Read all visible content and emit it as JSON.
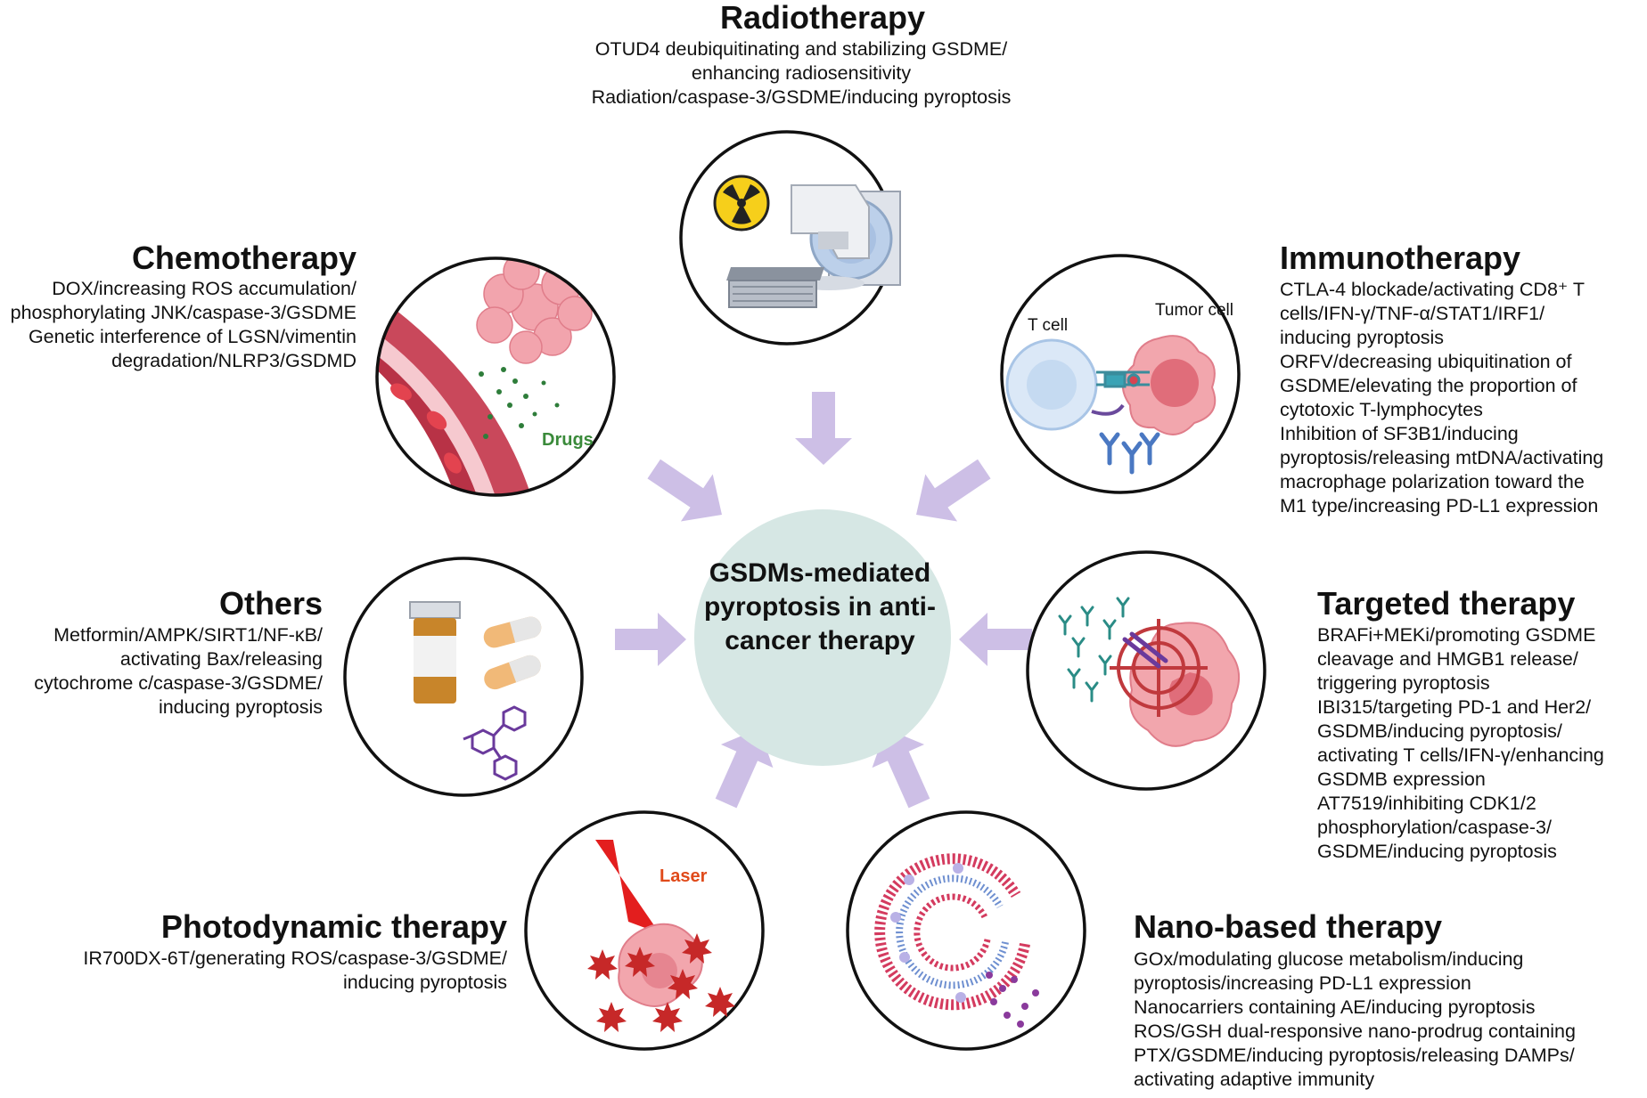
{
  "center": {
    "lines": [
      "GSDMs-mediated",
      "pyroptosis in anti-",
      "cancer therapy"
    ]
  },
  "panels": {
    "radiotherapy": {
      "title": "Radiotherapy",
      "lines": [
        "OTUD4 deubiquitinating and stabilizing GSDME/",
        "enhancing radiosensitivity",
        "Radiation/caspase-3/GSDME/inducing pyroptosis"
      ]
    },
    "chemotherapy": {
      "title": "Chemotherapy",
      "lines": [
        "DOX/increasing ROS accumulation/",
        "phosphorylating JNK/caspase-3/GSDME",
        "Genetic interference of LGSN/vimentin",
        "degradation/NLRP3/GSDMD"
      ],
      "image_label": "Drugs"
    },
    "immunotherapy": {
      "title": "Immunotherapy",
      "lines": [
        "CTLA-4 blockade/activating CD8⁺ T",
        "cells/IFN-γ/TNF-α/STAT1/IRF1/",
        "inducing pyroptosis",
        "ORFV/decreasing ubiquitination of",
        "GSDME/elevating the proportion of",
        "cytotoxic T-lymphocytes",
        "Inhibition of SF3B1/inducing",
        "pyroptosis/releasing mtDNA/activating",
        "macrophage polarization toward the",
        "M1 type/increasing PD-L1 expression"
      ],
      "image_labels": [
        "T cell",
        "Tumor cell"
      ]
    },
    "others": {
      "title": "Others",
      "lines": [
        "Metformin/AMPK/SIRT1/NF-κB/",
        "activating Bax/releasing",
        "cytochrome c/caspase-3/GSDME/",
        "inducing pyroptosis"
      ]
    },
    "targeted": {
      "title": "Targeted therapy",
      "lines": [
        "BRAFi+MEKi/promoting GSDME",
        "cleavage and HMGB1 release/",
        "triggering pyroptosis",
        "IBI315/targeting PD-1 and Her2/",
        "GSDMB/inducing pyroptosis/",
        "activating T cells/IFN-γ/enhancing",
        "GSDMB expression",
        "AT7519/inhibiting CDK1/2",
        "phosphorylation/caspase-3/",
        "GSDME/inducing pyroptosis"
      ]
    },
    "photodynamic": {
      "title": "Photodynamic therapy",
      "lines": [
        "IR700DX-6T/generating ROS/caspase-3/GSDME/",
        "inducing pyroptosis"
      ],
      "image_label": "Laser"
    },
    "nano": {
      "title": "Nano-based therapy",
      "lines": [
        "GOx/modulating glucose metabolism/inducing",
        "pyroptosis/increasing PD-L1 expression",
        "Nanocarriers containing AE/inducing pyroptosis",
        "ROS/GSH dual-responsive nano-prodrug containing",
        "PTX/GSDME/inducing pyroptosis/releasing DAMPs/",
        "activating adaptive immunity"
      ]
    }
  },
  "colors": {
    "arrow": "#cdbfe6",
    "center_fill": "#d6e7e4",
    "circle_stroke": "#111111",
    "drugs_label": "#3a8a3a",
    "laser_label": "#e04a1a"
  }
}
